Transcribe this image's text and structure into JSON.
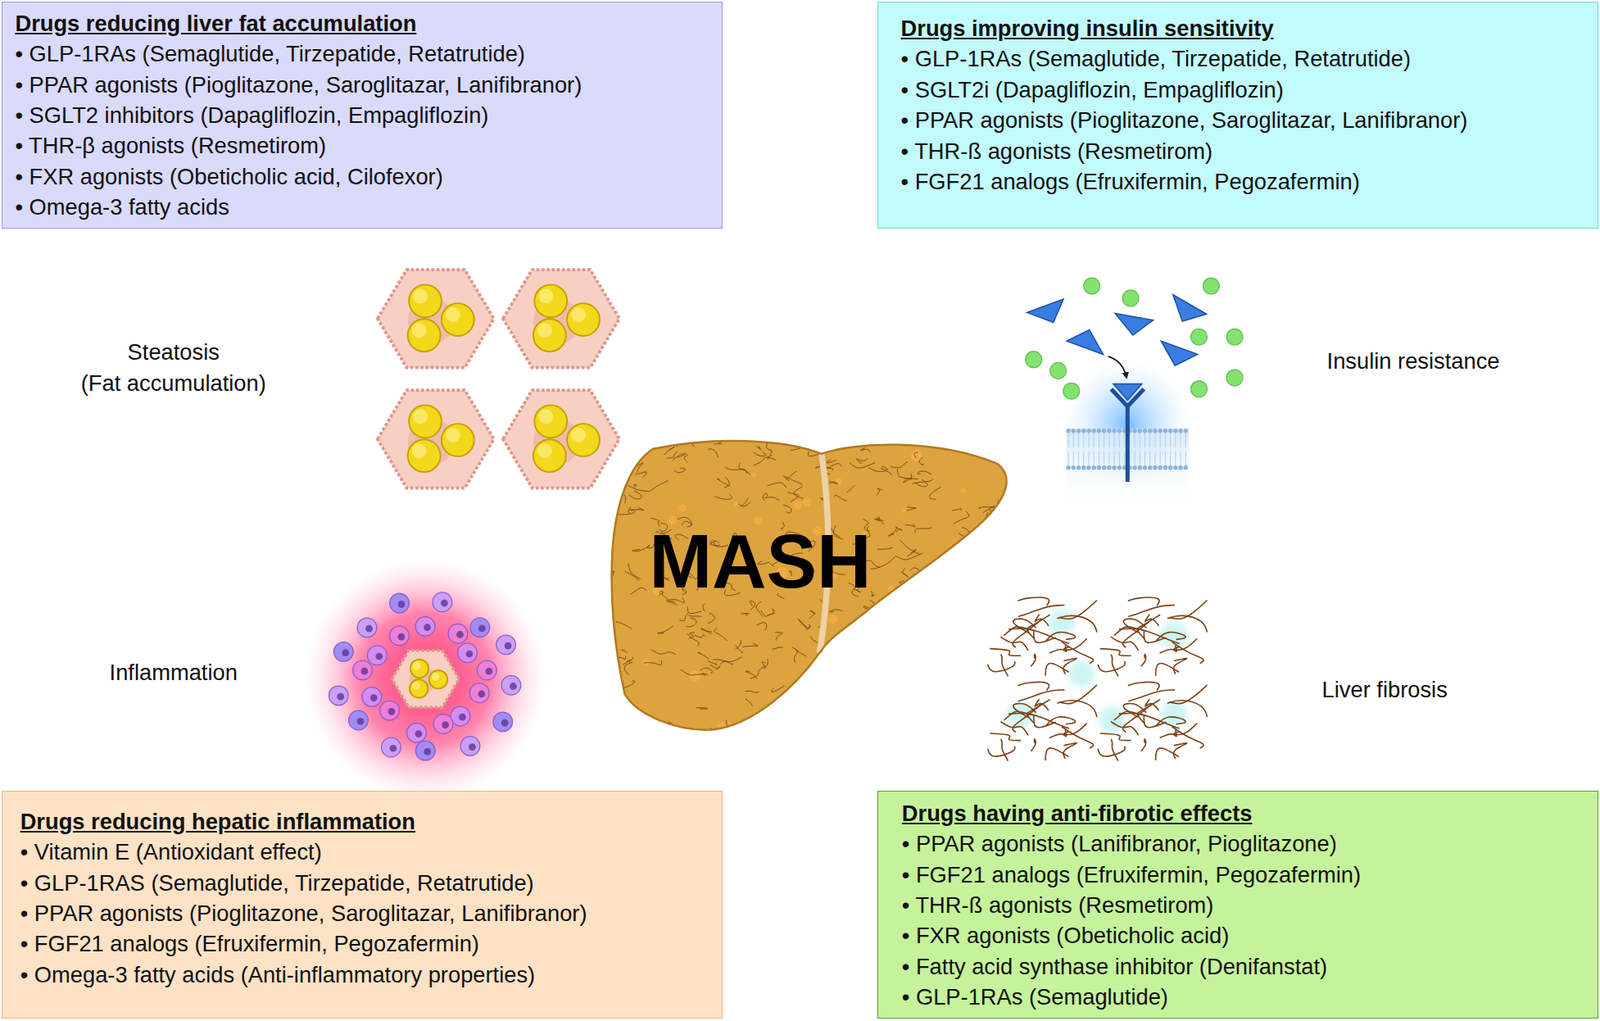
{
  "diagram": {
    "nodes": [
      {
        "text": [
          "Drugs reducing liver fat accumulation",
          "• GLP-1RAs (Semaglutide, Tirzepatide, Retatrutide)",
          "• PPAR agonists (Pioglitazone, Saroglitazar, Lanifibranor)",
          "• SGLT2 inhibitors (Dapagliflozin, Empagliflozin)",
          "• THR-β agonists (Resmetirom)",
          "• FXR agonists (Obeticholic acid, Cilofexor)",
          "• Omega-3 fatty acids"
        ]
      },
      {
        "text": [
          "Drugs improving insulin sensitivity",
          "• GLP-1RAs (Semaglutide, Tirzepatide, Retatrutide)",
          "• SGLT2i (Dapagliflozin, Empagliflozin)",
          "• PPAR agonists (Pioglitazone, Saroglitazar, Lanifibranor)",
          "• THR-ß agonists (Resmetirom)",
          "• FGF21 analogs (Efruxifermin, Pegozafermin)"
        ]
      },
      {
        "text": [
          "MASH"
        ]
      },
      {
        "text": [
          "Drugs reducing hepatic inflammation",
          "• Vitamin E (Antioxidant effect)",
          "• GLP-1RAS (Semaglutide, Tirzepatide, Retatrutide)",
          "• PPAR agonists (Pioglitazone, Saroglitazar, Lanifibranor)",
          "• FGF21 analogs (Efruxifermin, Pegozafermin)",
          "• Omega-3 fatty acids (Anti-inflammatory properties)"
        ]
      },
      {
        "text": [
          "Drugs having anti-fibrotic effects",
          "• PPAR agonists (Lanifibranor, Pioglitazone)",
          "• FGF21 analogs (Efruxifermin, Pegozafermin)",
          "• THR-ß agonists (Resmetirom)",
          "• FXR agonists (Obeticholic acid)",
          "• Fatty acid synthase inhibitor (Denifanstat)",
          "• GLP-1RAs (Semaglutide)"
        ]
      }
    ],
    "labels": [
      "Steatosis",
      "(Fat accumulation)",
      "Insulin resistance",
      "Inflammation",
      "Liver fibrosis"
    ]
  }
}
